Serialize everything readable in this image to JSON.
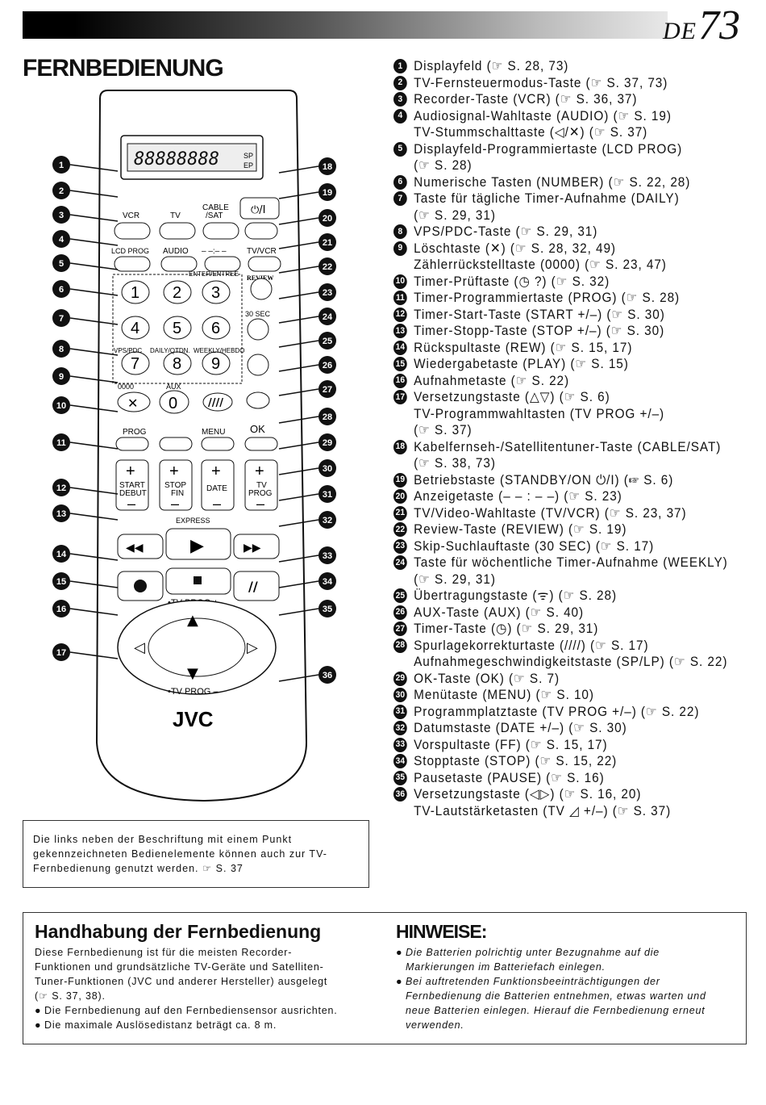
{
  "header": {
    "lang": "DE",
    "page_number": "73"
  },
  "section_title": "FERNBEDIENUNG",
  "remote": {
    "display_digits": "88888888",
    "display_sp": "SP",
    "display_ep": "EP",
    "btn_vcr": "VCR",
    "btn_tv": "TV",
    "btn_cable_l1": "CABLE",
    "btn_cable_l2": "/SAT",
    "lbl_lcd_prog": "LCD PROG",
    "lbl_audio": "AUDIO",
    "lbl_dashes": "– –:– –",
    "lbl_tvvcr": "TV/VCR",
    "lbl_enter": "ENTER/ENTREE",
    "lbl_review": "REVIEW",
    "lbl_30sec": "30 SEC",
    "keys": [
      "1",
      "2",
      "3",
      "4",
      "5",
      "6",
      "7",
      "8",
      "9"
    ],
    "lbl_vps": "VPS/PDC",
    "lbl_daily": "DAILY/QTDN.",
    "lbl_weekly": "WEEKLY/HEBDO",
    "lbl_0000": "0000",
    "lbl_aux": "AUX",
    "key_0": "0",
    "lbl_prog": "PROG",
    "lbl_menu": "MENU",
    "lbl_ok": "OK",
    "lbl_start": "START",
    "lbl_debut": "DEBUT",
    "lbl_stop": "STOP",
    "lbl_fin": "FIN",
    "lbl_date": "DATE",
    "lbl_tv_prog_l1": "TV",
    "lbl_tv_prog_l2": "PROG",
    "lbl_express": "EXPRESS",
    "lbl_tv_prog_top": "•TV PROG +",
    "lbl_tv_prog_bottom": "•TV PROG –",
    "brand": "JVC",
    "callouts_left": [
      "1",
      "2",
      "3",
      "4",
      "5",
      "6",
      "7",
      "8",
      "9",
      "10",
      "11",
      "12",
      "13",
      "14",
      "15",
      "16",
      "17"
    ],
    "callouts_right": [
      "18",
      "19",
      "20",
      "21",
      "22",
      "23",
      "24",
      "25",
      "26",
      "27",
      "28",
      "29",
      "30",
      "31",
      "32",
      "33",
      "34",
      "35",
      "36"
    ]
  },
  "legend": [
    {
      "num": "1",
      "lines": [
        "Displayfeld (☞ S. 28, 73)"
      ]
    },
    {
      "num": "2",
      "lines": [
        "TV-Fernsteuermodus-Taste (☞ S. 37, 73)"
      ]
    },
    {
      "num": "3",
      "lines": [
        "Recorder-Taste (VCR) (☞ S. 36, 37)"
      ]
    },
    {
      "num": "4",
      "lines": [
        "Audiosignal-Wahltaste (AUDIO) (☞ S. 19)",
        "TV-Stummschalttaste (◁/✕) (☞ S. 37)"
      ]
    },
    {
      "num": "5",
      "lines": [
        "Displayfeld-Programmiertaste (LCD PROG)",
        "(☞ S. 28)"
      ]
    },
    {
      "num": "6",
      "lines": [
        "Numerische Tasten (NUMBER) (☞ S. 22, 28)"
      ]
    },
    {
      "num": "7",
      "lines": [
        "Taste für tägliche Timer-Aufnahme (DAILY)",
        "(☞ S. 29, 31)"
      ]
    },
    {
      "num": "8",
      "lines": [
        "VPS/PDC-Taste (☞ S. 29, 31)"
      ]
    },
    {
      "num": "9",
      "lines": [
        "Löschtaste (✕) (☞ S. 28, 32, 49)",
        "Zählerrückstelltaste (0000) (☞ S. 23, 47)"
      ]
    },
    {
      "num": "10",
      "lines": [
        "Timer-Prüftaste (◷ ?) (☞ S. 32)"
      ]
    },
    {
      "num": "11",
      "lines": [
        "Timer-Programmiertaste (PROG) (☞ S. 28)"
      ]
    },
    {
      "num": "12",
      "lines": [
        "Timer-Start-Taste (START +/–) (☞ S. 30)"
      ]
    },
    {
      "num": "13",
      "lines": [
        "Timer-Stopp-Taste (STOP +/–) (☞ S. 30)"
      ]
    },
    {
      "num": "14",
      "lines": [
        "Rückspultaste (REW) (☞ S. 15, 17)"
      ]
    },
    {
      "num": "15",
      "lines": [
        "Wiedergabetaste (PLAY) (☞ S. 15)"
      ]
    },
    {
      "num": "16",
      "lines": [
        "Aufnahmetaste (☞ S. 22)"
      ]
    },
    {
      "num": "17",
      "lines": [
        "Versetzungstaste (△▽) (☞ S. 6)",
        "TV-Programmwahltasten (TV PROG +/–)",
        "(☞ S. 37)"
      ]
    },
    {
      "num": "18",
      "lines": [
        "Kabelfernseh-/Satellitentuner-Taste (CABLE/SAT)",
        "(☞ S. 38, 73)"
      ]
    },
    {
      "num": "19",
      "lines": [
        "Betriebstaste (STANDBY/ON ⏻/I) (☞ S. 6)"
      ]
    },
    {
      "num": "20",
      "lines": [
        "Anzeigetaste (– – : – –) (☞ S. 23)"
      ]
    },
    {
      "num": "21",
      "lines": [
        "TV/Video-Wahltaste (TV/VCR) (☞ S. 23, 37)"
      ]
    },
    {
      "num": "22",
      "lines": [
        "Review-Taste (REVIEW) (☞ S. 19)"
      ]
    },
    {
      "num": "23",
      "lines": [
        "Skip-Suchlauftaste (30 SEC) (☞ S. 17)"
      ]
    },
    {
      "num": "24",
      "lines": [
        "Taste für wöchentliche Timer-Aufnahme (WEEKLY)",
        "(☞ S. 29, 31)"
      ]
    },
    {
      "num": "25",
      "lines": [
        "Übertragungstaste (ᯤ) (☞ S. 28)"
      ]
    },
    {
      "num": "26",
      "lines": [
        "AUX-Taste (AUX) (☞ S. 40)"
      ]
    },
    {
      "num": "27",
      "lines": [
        "Timer-Taste (◷) (☞ S. 29, 31)"
      ]
    },
    {
      "num": "28",
      "lines": [
        "Spurlagekorrekturtaste (////) (☞ S. 17)",
        "Aufnahmegeschwindigkeitstaste (SP/LP) (☞ S. 22)"
      ]
    },
    {
      "num": "29",
      "lines": [
        "OK-Taste (OK) (☞ S. 7)"
      ]
    },
    {
      "num": "30",
      "lines": [
        "Menütaste (MENU) (☞ S. 10)"
      ]
    },
    {
      "num": "31",
      "lines": [
        "Programmplatztaste (TV PROG +/–) (☞ S. 22)"
      ]
    },
    {
      "num": "32",
      "lines": [
        "Datumstaste (DATE +/–) (☞ S. 30)"
      ]
    },
    {
      "num": "33",
      "lines": [
        "Vorspultaste (FF) (☞ S. 15, 17)"
      ]
    },
    {
      "num": "34",
      "lines": [
        "Stopptaste (STOP) (☞ S. 15, 22)"
      ]
    },
    {
      "num": "35",
      "lines": [
        "Pausetaste (PAUSE) (☞ S. 16)"
      ]
    },
    {
      "num": "36",
      "lines": [
        "Versetzungstaste (◁▷) (☞ S. 16, 20)",
        "TV-Lautstärketasten (TV ◿ +/–) (☞ S. 37)"
      ]
    }
  ],
  "note": {
    "lines": [
      "Die links neben der Beschriftung mit einem Punkt",
      "gekennzeichneten Bedienelemente können auch zur TV-",
      "Fernbedienung genutzt werden. ☞ S. 37"
    ]
  },
  "handling": {
    "title": "Handhabung der Fernbedienung",
    "lines": [
      "Diese Fernbedienung ist für die meisten Recorder-",
      "Funktionen und grundsätzliche TV-Geräte und Satelliten-",
      "Tuner-Funktionen (JVC und anderer Hersteller) ausgelegt",
      "(☞ S. 37, 38)."
    ],
    "bullets": [
      "Die Fernbedienung auf den Fernbediensensor ausrichten.",
      "Die maximale Auslösedistanz beträgt ca. 8 m."
    ]
  },
  "hinweise": {
    "title": "HINWEISE:",
    "bullets": [
      [
        "Die Batterien polrichtig unter Bezugnahme auf die",
        "Markierungen im Batteriefach einlegen."
      ],
      [
        "Bei auftretenden Funktionsbeeinträchtigungen der",
        "Fernbedienung die Batterien entnehmen, etwas warten und",
        "neue Batterien einlegen. Hierauf die Fernbedienung erneut",
        "verwenden."
      ]
    ]
  }
}
